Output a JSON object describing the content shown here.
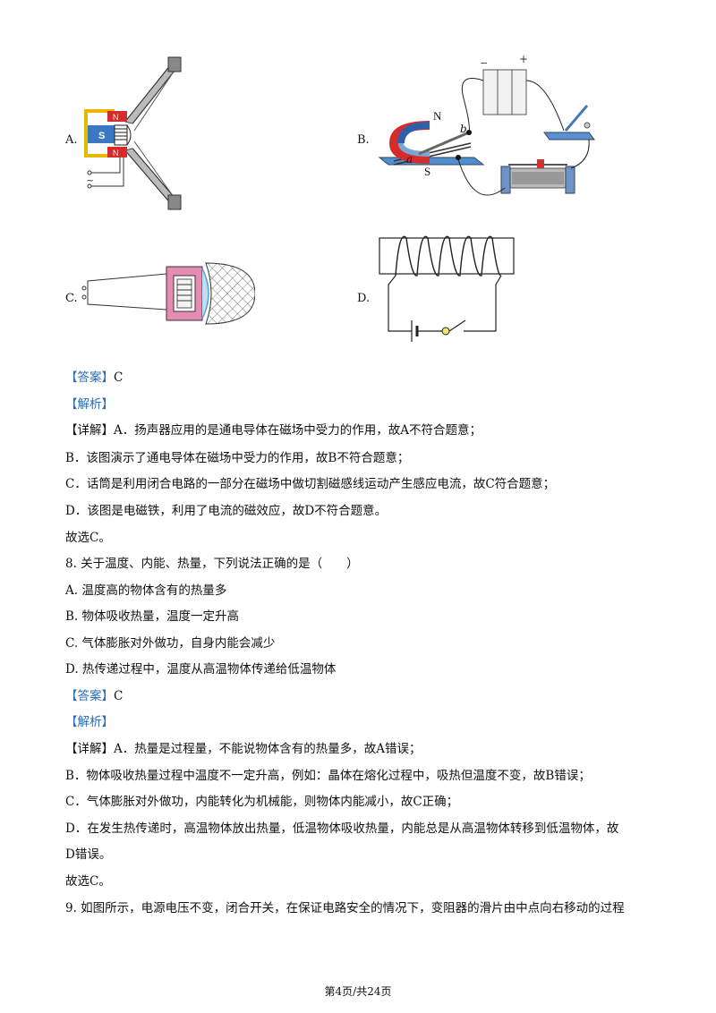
{
  "figures": {
    "a": {
      "label": "A.",
      "magnet_n": "N",
      "magnet_s": "S",
      "ac_symbol": "~"
    },
    "b": {
      "label": "B.",
      "minus": "−",
      "plus": "+",
      "pole_n": "N",
      "pole_s": "S",
      "rod_a": "a",
      "rod_b": "b"
    },
    "c": {
      "label": "C."
    },
    "d": {
      "label": "D."
    }
  },
  "q7": {
    "answer_tag": "【答案】",
    "answer": "C",
    "analysis_tag": "【解析】",
    "detail_tag": "【详解】",
    "lines": [
      "A．扬声器应用的是通电导体在磁场中受力的作用，故A不符合题意；",
      "B．该图演示了通电导体在磁场中受力的作用，故B不符合题意；",
      "C．话筒是利用闭合电路的一部分在磁场中做切割磁感线运动产生感应电流，故C符合题意；",
      "D．该图是电磁铁，利用了电流的磁效应，故D不符合题意。",
      "故选C。"
    ]
  },
  "q8": {
    "question": "8. 关于温度、内能、热量，下列说法正确的是（　　）",
    "options": [
      "A. 温度高的物体含有的热量多",
      "B. 物体吸收热量，温度一定升高",
      "C. 气体膨胀对外做功，自身内能会减少",
      "D. 热传递过程中，温度从高温物体传递给低温物体"
    ],
    "answer_tag": "【答案】",
    "answer": "C",
    "analysis_tag": "【解析】",
    "detail_tag": "【详解】",
    "lines": [
      "A．热量是过程量，不能说物体含有的热量多，故A错误；",
      "B．物体吸收热量过程中温度不一定升高，例如：晶体在熔化过程中，吸热但温度不变，故B错误；",
      "C．气体膨胀对外做功，内能转化为机械能，则物体内能减小，故C正确；",
      "D．在发生热传递时，高温物体放出热量，低温物体吸收热量，内能总是从高温物体转移到低温物体，故",
      "D错误。",
      "故选C。"
    ]
  },
  "q9": {
    "question": "9. 如图所示，电源电压不变，闭合开关，在保证电路安全的情况下，变阻器的滑片由中点向右移动的过程"
  },
  "footer": {
    "page": "第4页/共24页"
  }
}
